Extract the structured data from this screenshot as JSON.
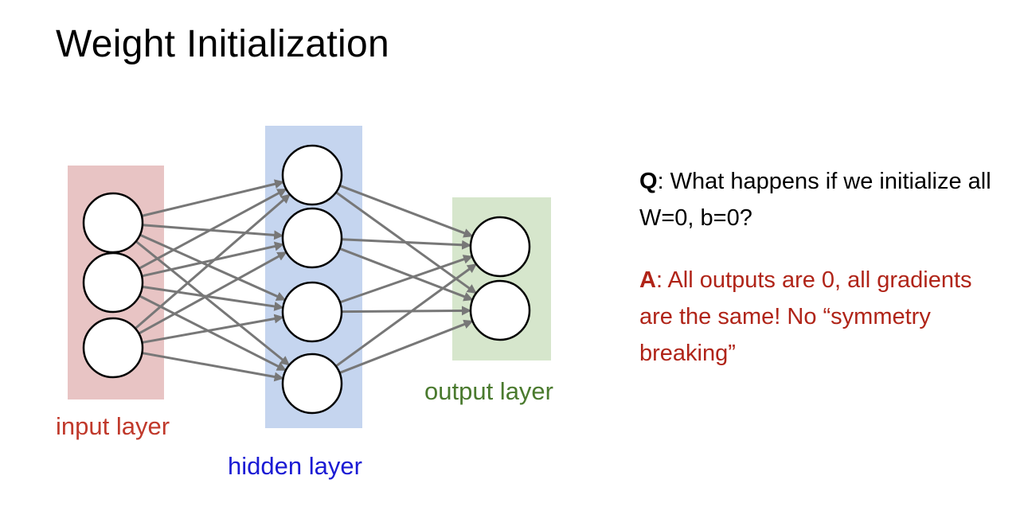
{
  "slide": {
    "title": "Weight Initialization"
  },
  "diagram": {
    "layers": [
      {
        "id": "input",
        "label": "input layer",
        "neurons": 3,
        "label_color": "#c0392b",
        "band_color": "#e8c4c4"
      },
      {
        "id": "hidden",
        "label": "hidden layer",
        "neurons": 4,
        "label_color": "#1a1ad4",
        "band_color": "#c5d5ef"
      },
      {
        "id": "output",
        "label": "output layer",
        "neurons": 2,
        "label_color": "#4a7a2e",
        "band_color": "#d6e6cc"
      }
    ],
    "connections": "fully-connected",
    "arrow_color": "#777777"
  },
  "qa": {
    "question_tag": "Q",
    "question_text": ": What happens if we initialize all W=0, b=0?",
    "answer_tag": "A",
    "answer_text": ": All outputs are 0, all gradients are the same! No “symmetry breaking”",
    "question_color": "#000000",
    "answer_color": "#b02418"
  }
}
